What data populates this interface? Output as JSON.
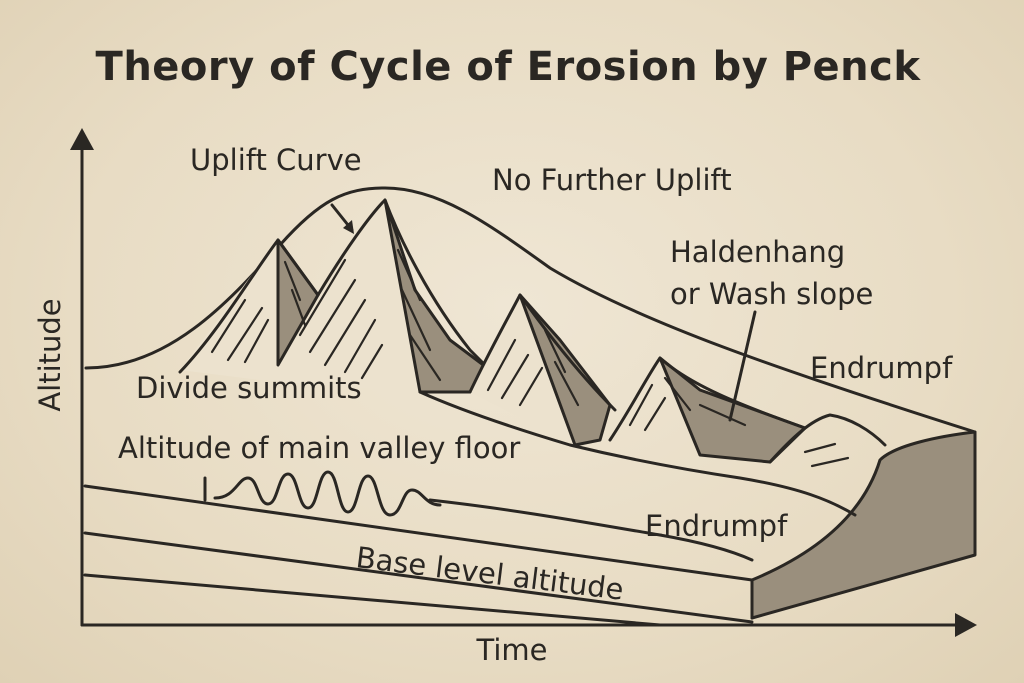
{
  "title": "Theory of Cycle of Erosion by Penck",
  "axes": {
    "y_label": "Altitude",
    "x_label": "Time"
  },
  "labels": {
    "uplift_curve": "Uplift Curve",
    "no_further_uplift": "No Further Uplift",
    "haldenhang_1": "Haldenhang",
    "haldenhang_2": "or Wash slope",
    "endrumpf_top": "Endrumpf",
    "divide_summits": "Divide summits",
    "main_valley_floor": "Altitude of main valley floor",
    "endrumpf_lower": "Endrumpf",
    "base_level": "Base level altitude"
  },
  "colors": {
    "ink": "#2a2723",
    "shade": "#9a8f7d",
    "background": "#e8dcc4"
  }
}
